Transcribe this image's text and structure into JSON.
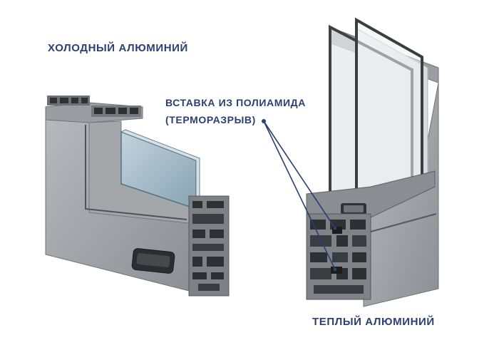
{
  "labels": {
    "cold_aluminum": "ХОЛОДНЫЙ АЛЮМИНИЙ",
    "warm_aluminum": "ТЕПЛЫЙ АЛЮМИНИЙ",
    "polyamide_insert_line1": "ВСТАВКА ИЗ ПОЛИАМИДА",
    "polyamide_insert_line2": "(ТЕРМОРАЗРЫВ)"
  },
  "colors": {
    "label_text": "#2b3f73",
    "callout_line": "#2b3f73",
    "aluminum_light": "#a9adb0",
    "aluminum_mid": "#8e9296",
    "aluminum_dark": "#5f6468",
    "glass": "#9fb6c4",
    "polyamide": "#2a2a2a"
  }
}
